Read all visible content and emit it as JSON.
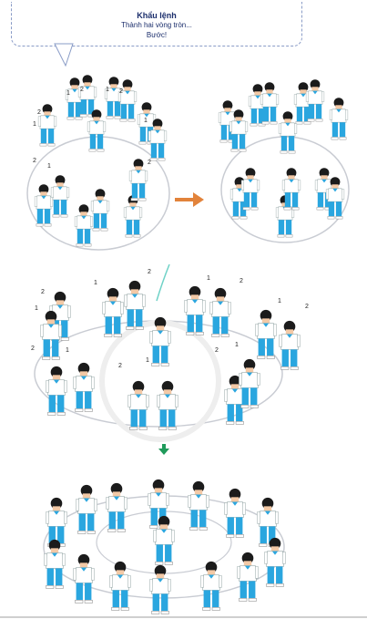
{
  "speech": {
    "title": "Khẩu lệnh",
    "line1": "Thành hai vòng tròn...",
    "line2": "Bước!"
  },
  "labels": {
    "one": "1",
    "two": "2"
  },
  "colors": {
    "shirt": "#ffffff",
    "pants": "#2aa6df",
    "hair": "#1b1b1b",
    "skin": "#f3c9a6",
    "circle": "#c9ccd3",
    "arrow": "#e2833b",
    "down_arrow": "#1f9a5a"
  }
}
